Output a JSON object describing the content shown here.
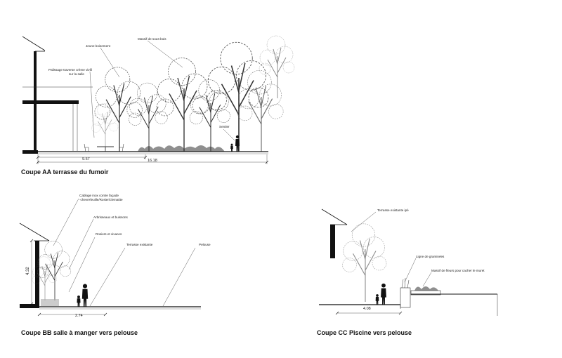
{
  "sections": {
    "aa": {
      "title": "Coupe AA terrasse du fumoir",
      "labels": {
        "jeune_boisement": "Jeune boisement",
        "massif_sous_bois": "Massif de sous-bois",
        "palissage_1": "Palissage traverse crème vivifi",
        "palissage_2": "sur la salle",
        "sentier": "Sentier"
      },
      "dimensions": {
        "d1": "9.57",
        "d2": "16.18"
      }
    },
    "bb": {
      "title": "Coupe BB salle à manger vers pelouse",
      "labels": {
        "cablage_1": "Cablage inox contre façade",
        "cablage_2": "-chevrefeuille/Rosier/clematite",
        "arbrisseaux": "Arbrisseaux et buissons",
        "rosiers": "Rosiers et vivaces",
        "terrasse": "Terrasse existante",
        "pelouse": "Pelouse"
      },
      "dimensions": {
        "height": "4.32",
        "width": "2.74"
      }
    },
    "cc": {
      "title": "Coupe CC Piscine vers pelouse",
      "labels": {
        "terrasse_ipe": "Terrasse existante ipé",
        "graminees": "Ligne de graminées",
        "massif_fleurs": "Massif de fleurs pour cacher le muret"
      },
      "dimensions": {
        "width": "4.08"
      }
    }
  }
}
